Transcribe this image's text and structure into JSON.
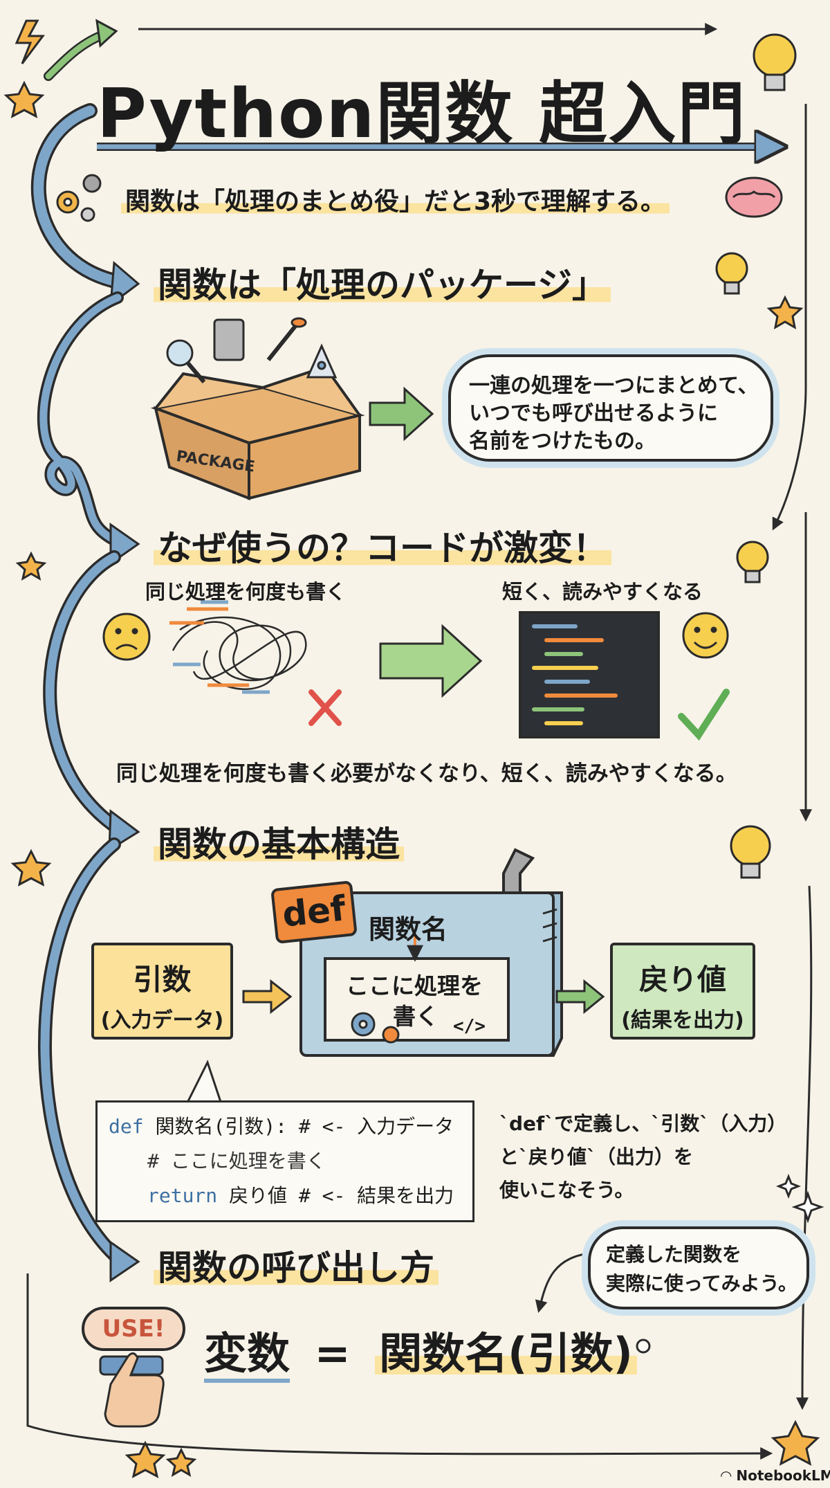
{
  "title": "Python関数 超入門",
  "subtitle": "関数は「処理のまとめ役」だと3秒で理解する。",
  "section1": {
    "heading": "関数は「処理のパッケージ」",
    "package_label": "PACKAGE",
    "bubble_lines": [
      "一連の処理を一つにまとめて、",
      "いつでも呼び出せるように",
      "名前をつけたもの。"
    ]
  },
  "section2": {
    "heading": "なぜ使うの？コードが激変！",
    "before_label": "同じ処理を何度も書く",
    "after_label": "短く、読みやすくなる",
    "summary": "同じ処理を何度も書く必要がなくなり、短く、読みやすくなる。"
  },
  "section3": {
    "heading": "関数の基本構造",
    "args_title": "引数",
    "args_sub": "(入力データ)",
    "def_tag": "def",
    "func_name": "関数名",
    "body_line1": "ここに処理を",
    "body_line2": "書く",
    "code_tag": "</>",
    "return_title": "戻り値",
    "return_sub": "(結果を出力)",
    "code_line1_kw": "def",
    "code_line1_rest": "関数名(引数):  # <- 入力データ",
    "code_line2": "# ここに処理を書く",
    "code_line3_kw": "return",
    "code_line3_rest": "戻り値  # <- 結果を出力",
    "explain_lines": [
      "`def`で定義し、`引数`（入力）",
      "と`戻り値`（出力）を",
      "使いこなそう。"
    ]
  },
  "section4": {
    "heading": "関数の呼び出し方",
    "bubble_lines": [
      "定義した関数を",
      "実際に使ってみよう。"
    ],
    "use_badge": "USE!",
    "formula_var": "変数",
    "formula_eq": "=",
    "formula_call": "関数名(引数)"
  },
  "footer": {
    "brand": "NotebookLM"
  },
  "colors": {
    "background": "#f7f3e8",
    "highlight": "#fbe3a0",
    "arrow_blue": "#7ea6c9",
    "box_yellow": "#fbe19a",
    "box_green": "#cfe8bf",
    "machine_blue": "#b9d2e0",
    "def_orange": "#f08a3c"
  }
}
